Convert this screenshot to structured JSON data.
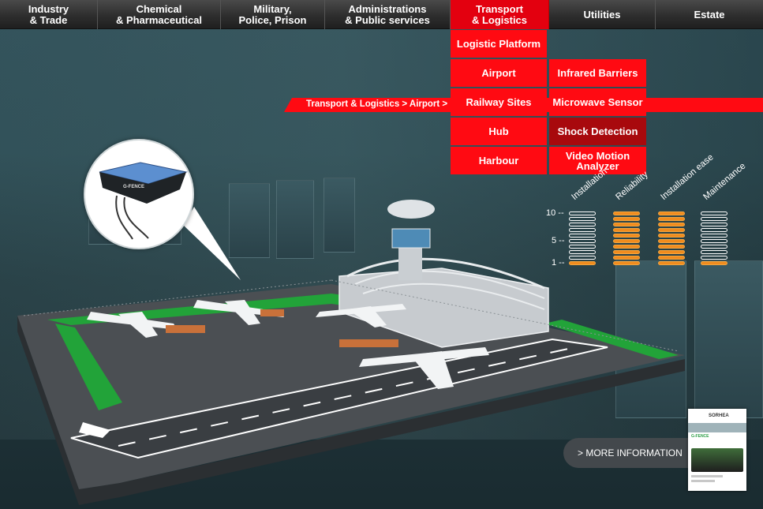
{
  "nav": [
    {
      "label": "Industry\n& Trade",
      "active": false
    },
    {
      "label": "Chemical\n& Pharmaceutical",
      "active": false
    },
    {
      "label": "Military,\nPolice, Prison",
      "active": false
    },
    {
      "label": "Administrations\n& Public services",
      "active": false
    },
    {
      "label": "Transport\n& Logistics",
      "active": true
    },
    {
      "label": "Utilities",
      "active": false
    },
    {
      "label": "Estate",
      "active": false
    }
  ],
  "submenu": [
    "Logistic Platform",
    "Airport",
    "Railway Sites",
    "Hub",
    "Harbour"
  ],
  "submenu_selected": "Airport",
  "products": [
    "Infrared Barriers",
    "Microwave Sensor",
    "Shock Detection",
    "Video Motion\nAnalyzer"
  ],
  "product_selected": "Shock Detection",
  "breadcrumb": "Transport & Logistics > Airport >",
  "ratings": {
    "headers": [
      "Installation",
      "Reliability",
      "Installation ease",
      "Maintenance"
    ],
    "scale_labels": [
      "10 --",
      "5 --",
      "1 --"
    ],
    "levels": [
      1,
      10,
      10,
      1
    ],
    "max": 10
  },
  "device": {
    "brand": "G-FENCE"
  },
  "more_info": {
    "label": "> MORE INFORMATION"
  },
  "brochure": {
    "title": "G-FENCE",
    "brand": "SORHEA"
  },
  "colors": {
    "accent": "#e3000f",
    "selected": "#a8090d",
    "rating_on": "#f08c1e"
  }
}
